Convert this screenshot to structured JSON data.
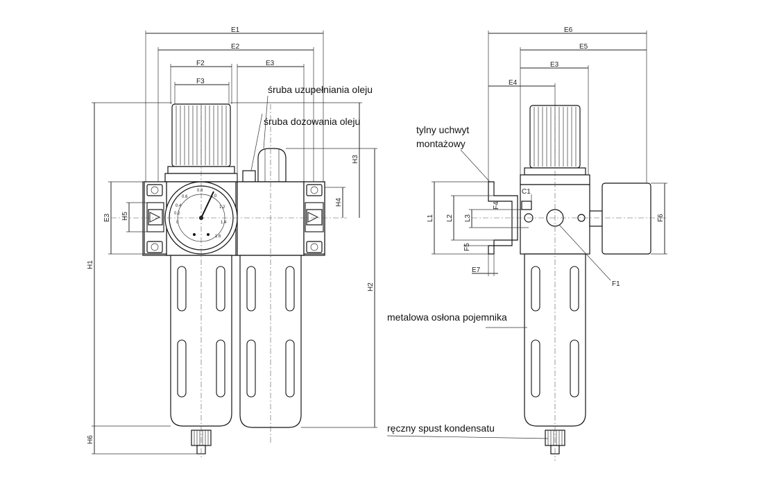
{
  "dimensions": {
    "E1": "E1",
    "E2": "E2",
    "E3": "E3",
    "E4": "E4",
    "E5": "E5",
    "E6": "E6",
    "E7": "E7",
    "F1": "F1",
    "F2": "F2",
    "F3": "F3",
    "F4": "F4",
    "F5": "F5",
    "F6": "F6",
    "H1": "H1",
    "H2": "H2",
    "H3": "H3",
    "H4": "H4",
    "H5": "H5",
    "H6": "H6",
    "L1": "L1",
    "L2": "L2",
    "L3": "L3",
    "C1": "C1"
  },
  "callouts": {
    "oil_fill_screw": "śruba uzupełniania oleju",
    "oil_dosing_screw": "śruba dozowania oleju",
    "rear_bracket_line1": "tylny uchwyt",
    "rear_bracket_line2": "montażowy",
    "metal_bowl_guard": "metalowa osłona pojemnika",
    "manual_drain": "ręczny spust kondensatu"
  },
  "gauge_scale": [
    "0",
    "0.2",
    "0.4",
    "0.6",
    "0.8",
    "1.0",
    "1.2",
    "1.4",
    "1.6"
  ]
}
